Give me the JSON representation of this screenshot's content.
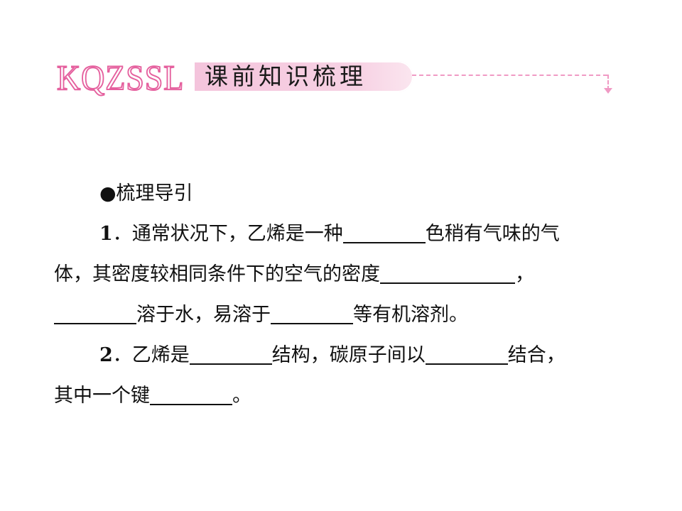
{
  "header": {
    "brand": "KQZSSL",
    "section_title": "课前知识梳理"
  },
  "content": {
    "heading": "●梳理导引",
    "q1": {
      "number": "1",
      "line1_a": "．通常状况下，乙烯是一种",
      "line1_b": "色稍有气味的气",
      "line2_a": "体，其密度较相同条件下的空气的密度",
      "line2_b": "，",
      "line3_a": "溶于水，易溶于",
      "line3_b": "等有机溶剂。"
    },
    "q2": {
      "number": "2",
      "line1_a": "．乙烯是",
      "line1_b": "结构，碳原子间以",
      "line1_c": "结合，",
      "line2_a": "其中一个键",
      "line2_b": "。"
    }
  },
  "colors": {
    "brand": "#e5609e",
    "pill": "#f4c4dc",
    "dash": "#f09ac4"
  }
}
